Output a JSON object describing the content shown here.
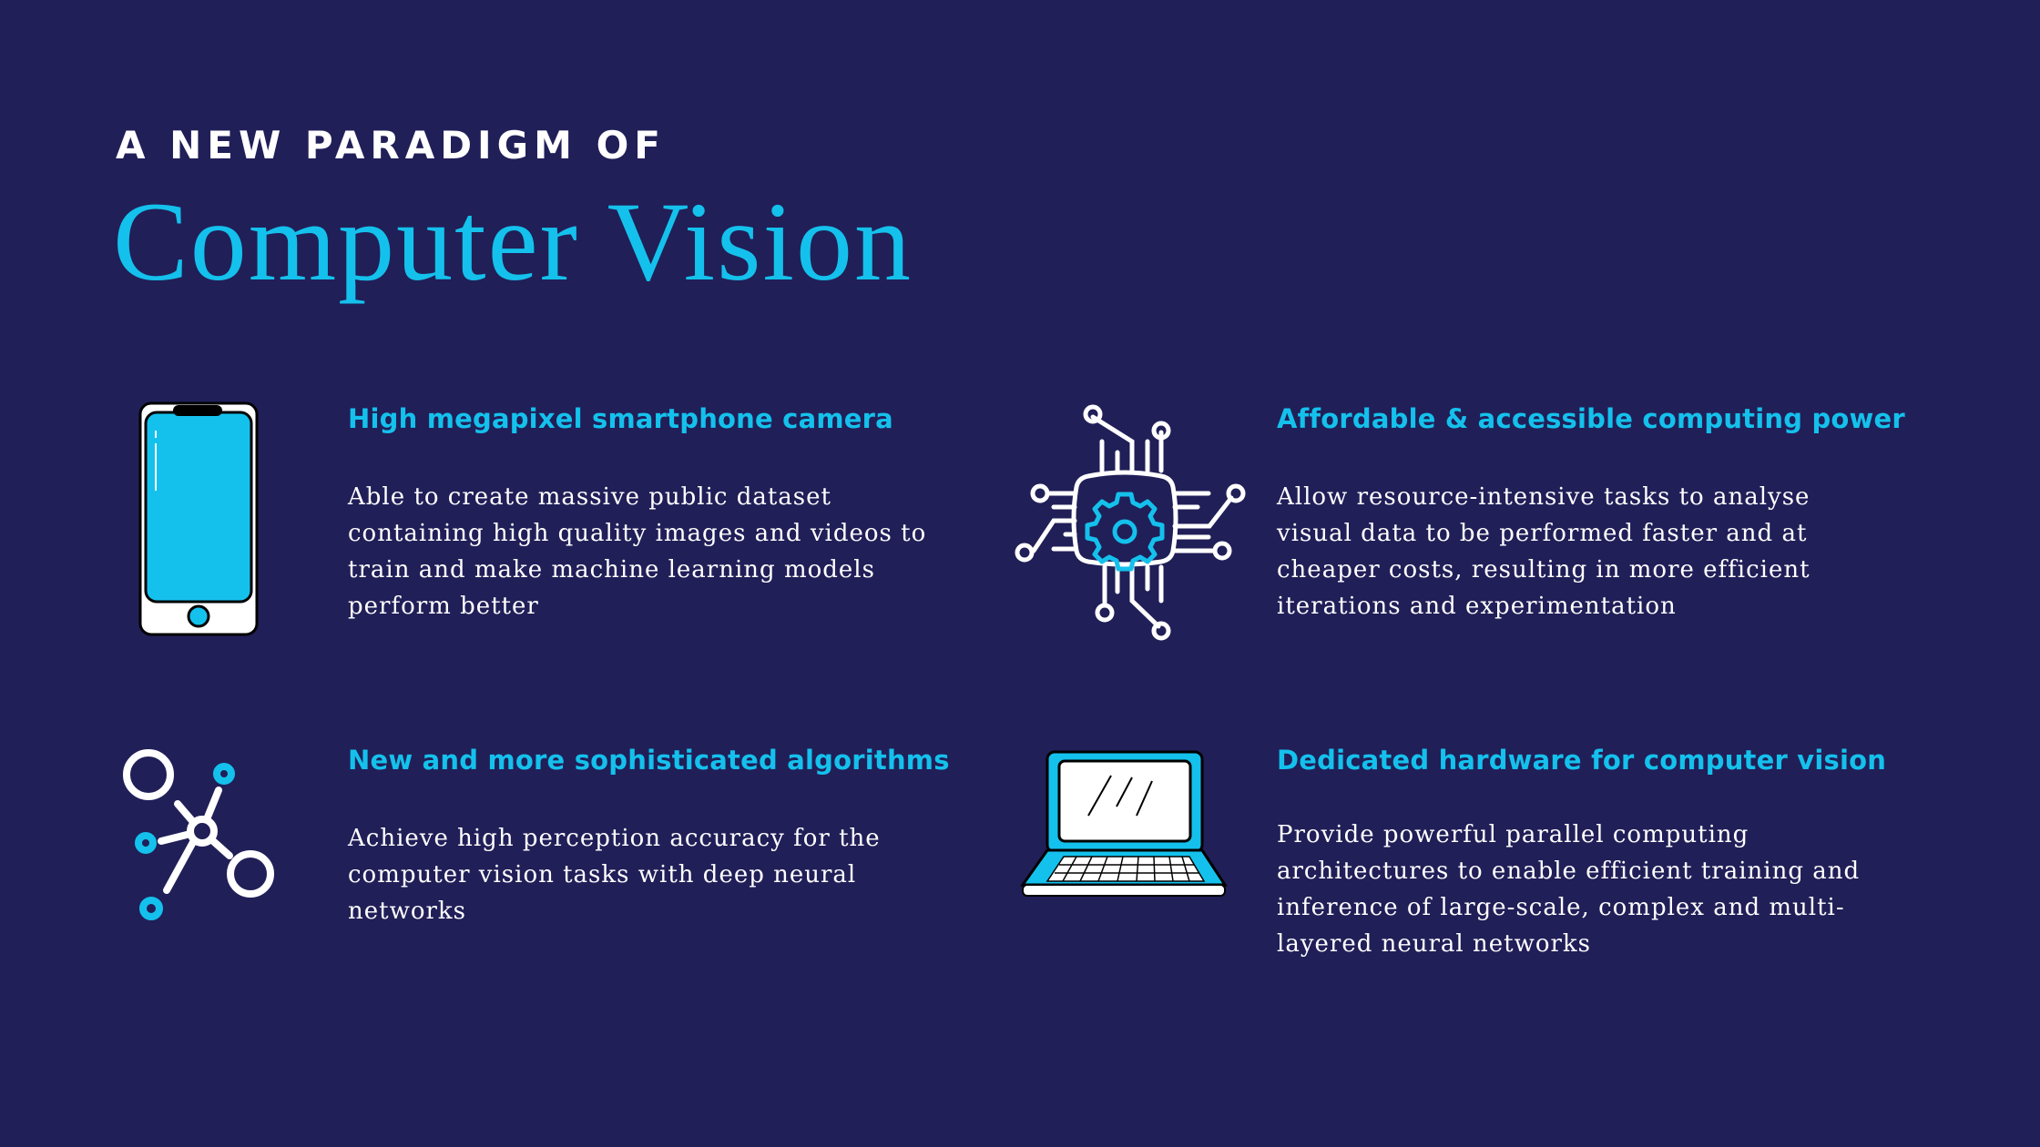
{
  "header": {
    "eyebrow": "A NEW PARADIGM OF",
    "title": "Computer Vision"
  },
  "colors": {
    "background": "#211F58",
    "accent": "#14C1EC",
    "text": "#FFFFFF"
  },
  "features": [
    {
      "icon": "smartphone-icon",
      "heading": "High megapixel smartphone camera",
      "body": "Able to create massive public dataset containing high quality images and videos to train and make machine learning models perform better"
    },
    {
      "icon": "processor-chip-gear-icon",
      "heading": "Affordable & accessible computing power",
      "body": "Allow resource-intensive tasks to analyse visual data to be performed faster and at cheaper costs, resulting in more efficient iterations and experimentation"
    },
    {
      "icon": "network-nodes-icon",
      "heading": "New and more sophisticated algorithms",
      "body": "Achieve high perception accuracy for the computer vision tasks with deep neural networks"
    },
    {
      "icon": "laptop-icon",
      "heading": "Dedicated hardware for computer vision",
      "body": "Provide powerful parallel computing architectures to enable efficient training and inference of large-scale, complex and multi-layered neural networks"
    }
  ]
}
